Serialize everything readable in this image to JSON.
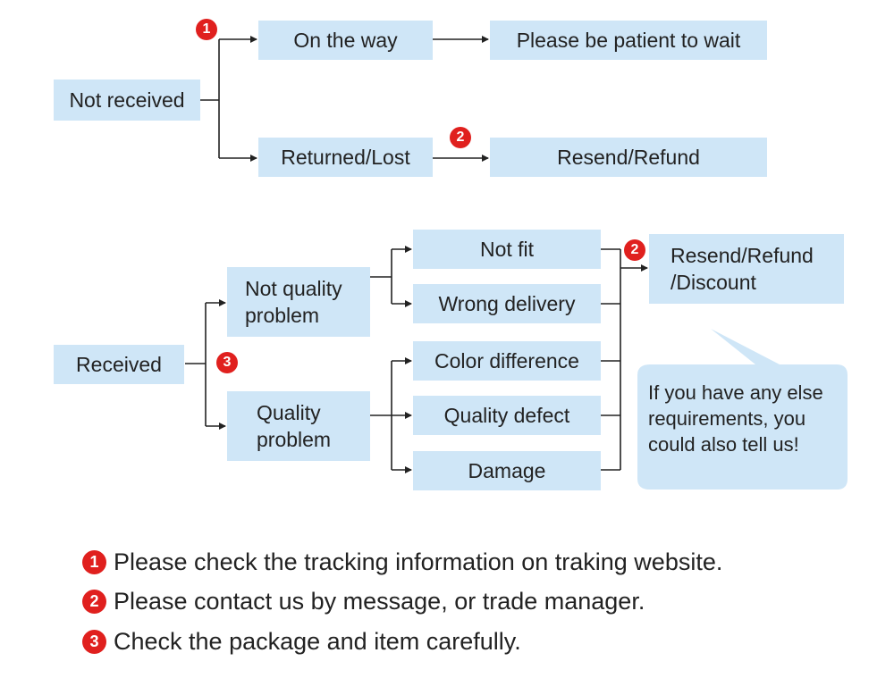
{
  "colors": {
    "box_fill": "#cfe6f7",
    "line": "#222222",
    "badge": "#e0201e",
    "text": "#222222"
  },
  "badges": {
    "one": "1",
    "two": "2",
    "three": "3"
  },
  "not_received": {
    "root": "Not received",
    "on_the_way": "On the way",
    "wait": "Please be patient to wait",
    "returned_lost": "Returned/Lost",
    "resend_refund": "Resend/Refund"
  },
  "received": {
    "root": "Received",
    "not_quality_problem": "Not quality problem",
    "quality_problem": "Quality problem",
    "not_fit": "Not fit",
    "wrong_delivery": "Wrong delivery",
    "color_difference": "Color difference",
    "quality_defect": "Quality defect",
    "damage": "Damage",
    "outcome": "Resend/Refund /Discount",
    "bubble": "If you have any else requirements, you could also tell us!"
  },
  "notes": [
    {
      "num": "1",
      "text": "Please check the tracking information on traking website."
    },
    {
      "num": "2",
      "text": "Please contact us by message, or trade manager."
    },
    {
      "num": "3",
      "text": "Check the package and item carefully."
    }
  ]
}
